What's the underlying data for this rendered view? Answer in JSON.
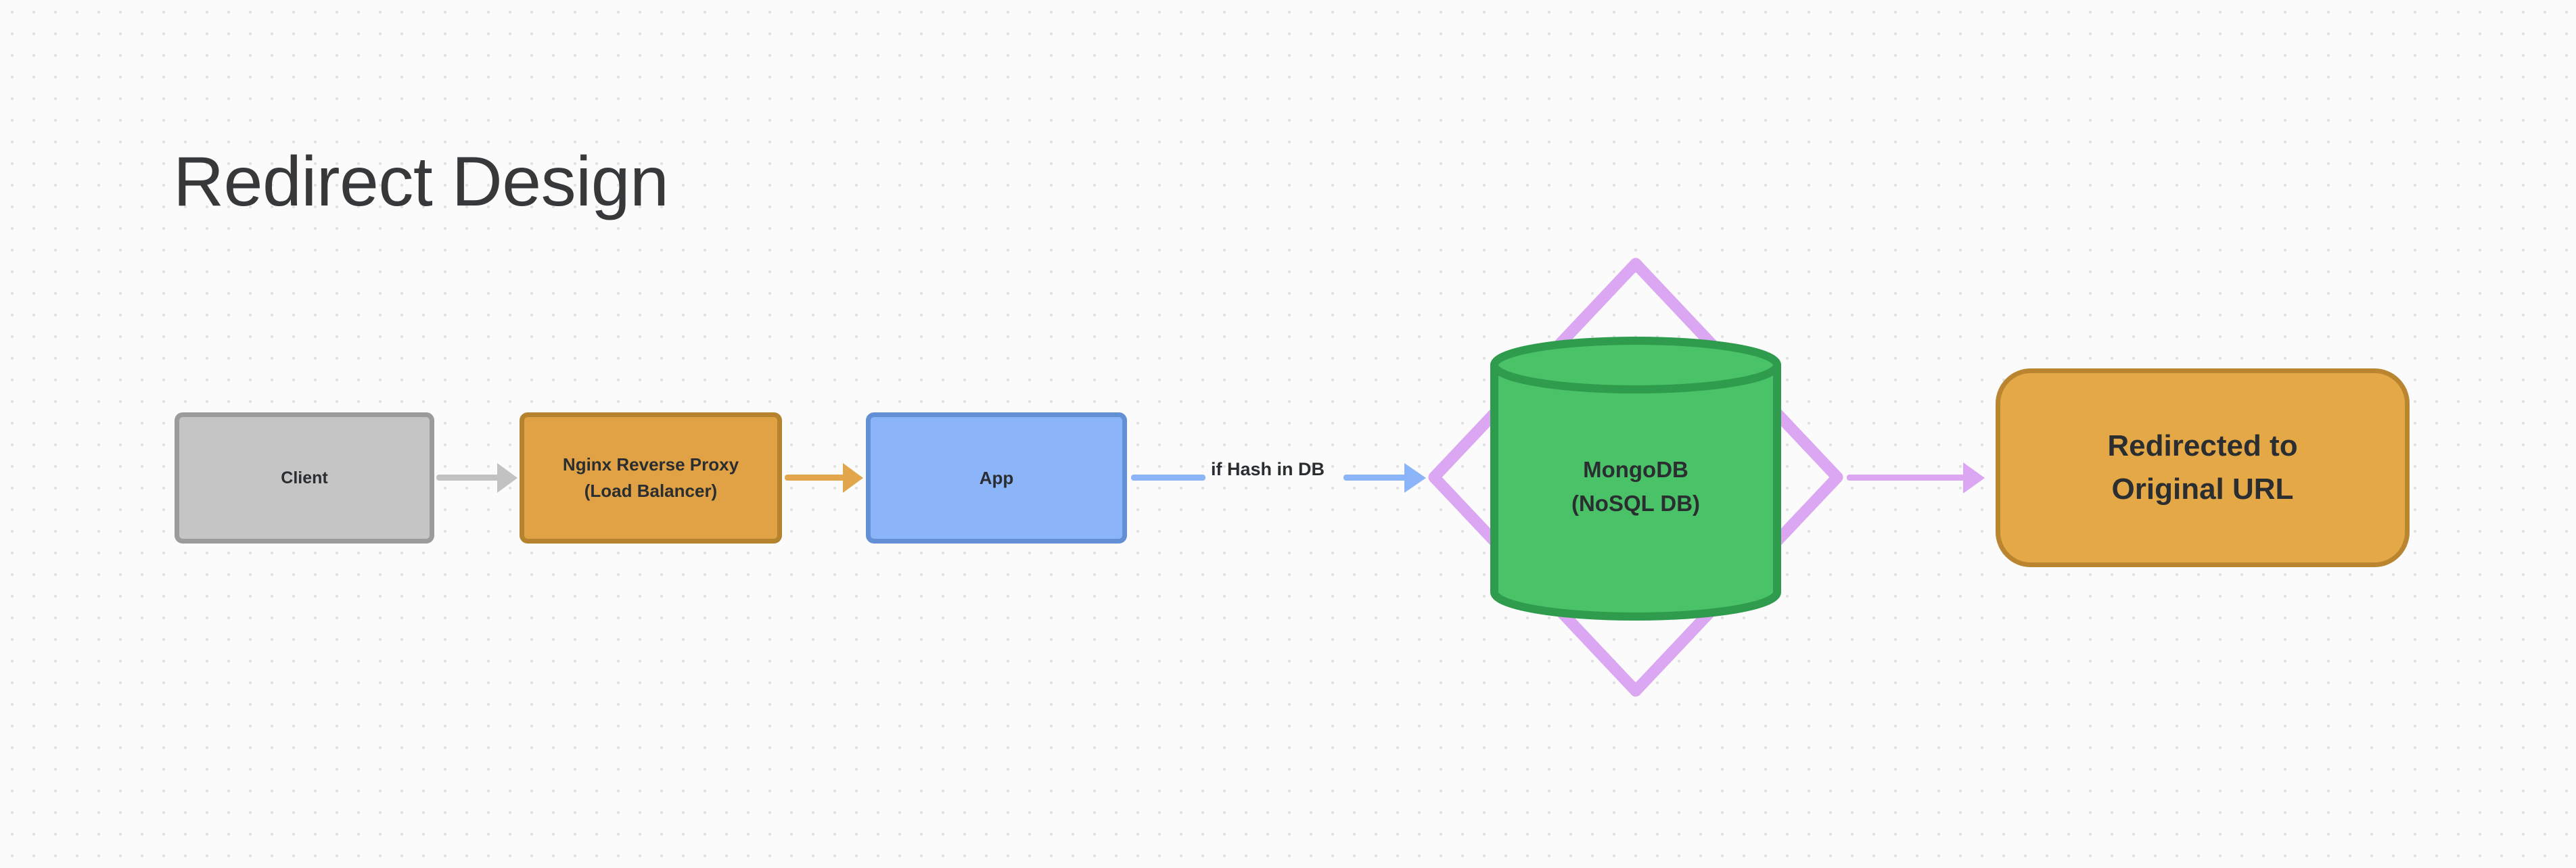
{
  "page": {
    "title": "Redirect Design",
    "background_color": "#fbfbfb",
    "grid_dot_color": "#e2e2e2"
  },
  "diagram": {
    "nodes": [
      {
        "id": "client",
        "label": "Client",
        "shape": "rounded-rectangle",
        "fill": "#c5c5c5",
        "stroke": "#9b9b9b"
      },
      {
        "id": "nginx",
        "label": "Nginx Reverse Proxy\n(Load Balancer)",
        "shape": "rounded-rectangle",
        "fill": "#e0a244",
        "stroke": "#b5832d"
      },
      {
        "id": "app",
        "label": "App",
        "shape": "rounded-rectangle",
        "fill": "#8cb4f8",
        "stroke": "#6390d4"
      },
      {
        "id": "mongodb",
        "label": "MongoDB\n(NoSQL DB)",
        "shape": "cylinder",
        "fill": "#4ac268",
        "stroke": "#2f9b4c"
      },
      {
        "id": "decision",
        "label": "",
        "shape": "diamond",
        "fill": "none",
        "stroke": "#dba6f2"
      },
      {
        "id": "redirect",
        "label": "Redirected to\nOriginal URL",
        "shape": "stadium",
        "fill": "#e5a846",
        "stroke": "#b9862f"
      }
    ],
    "edges": [
      {
        "id": "client-to-nginx",
        "from": "client",
        "to": "nginx",
        "label": "",
        "color": "#c2c2c2"
      },
      {
        "id": "nginx-to-app",
        "from": "nginx",
        "to": "app",
        "label": "",
        "color": "#e2a74c"
      },
      {
        "id": "app-to-db",
        "from": "app",
        "to": "mongodb",
        "label": "if Hash in DB",
        "color": "#8cb4f8"
      },
      {
        "id": "db-to-redirect",
        "from": "mongodb",
        "to": "redirect",
        "label": "",
        "color": "#dba6f2"
      }
    ]
  }
}
